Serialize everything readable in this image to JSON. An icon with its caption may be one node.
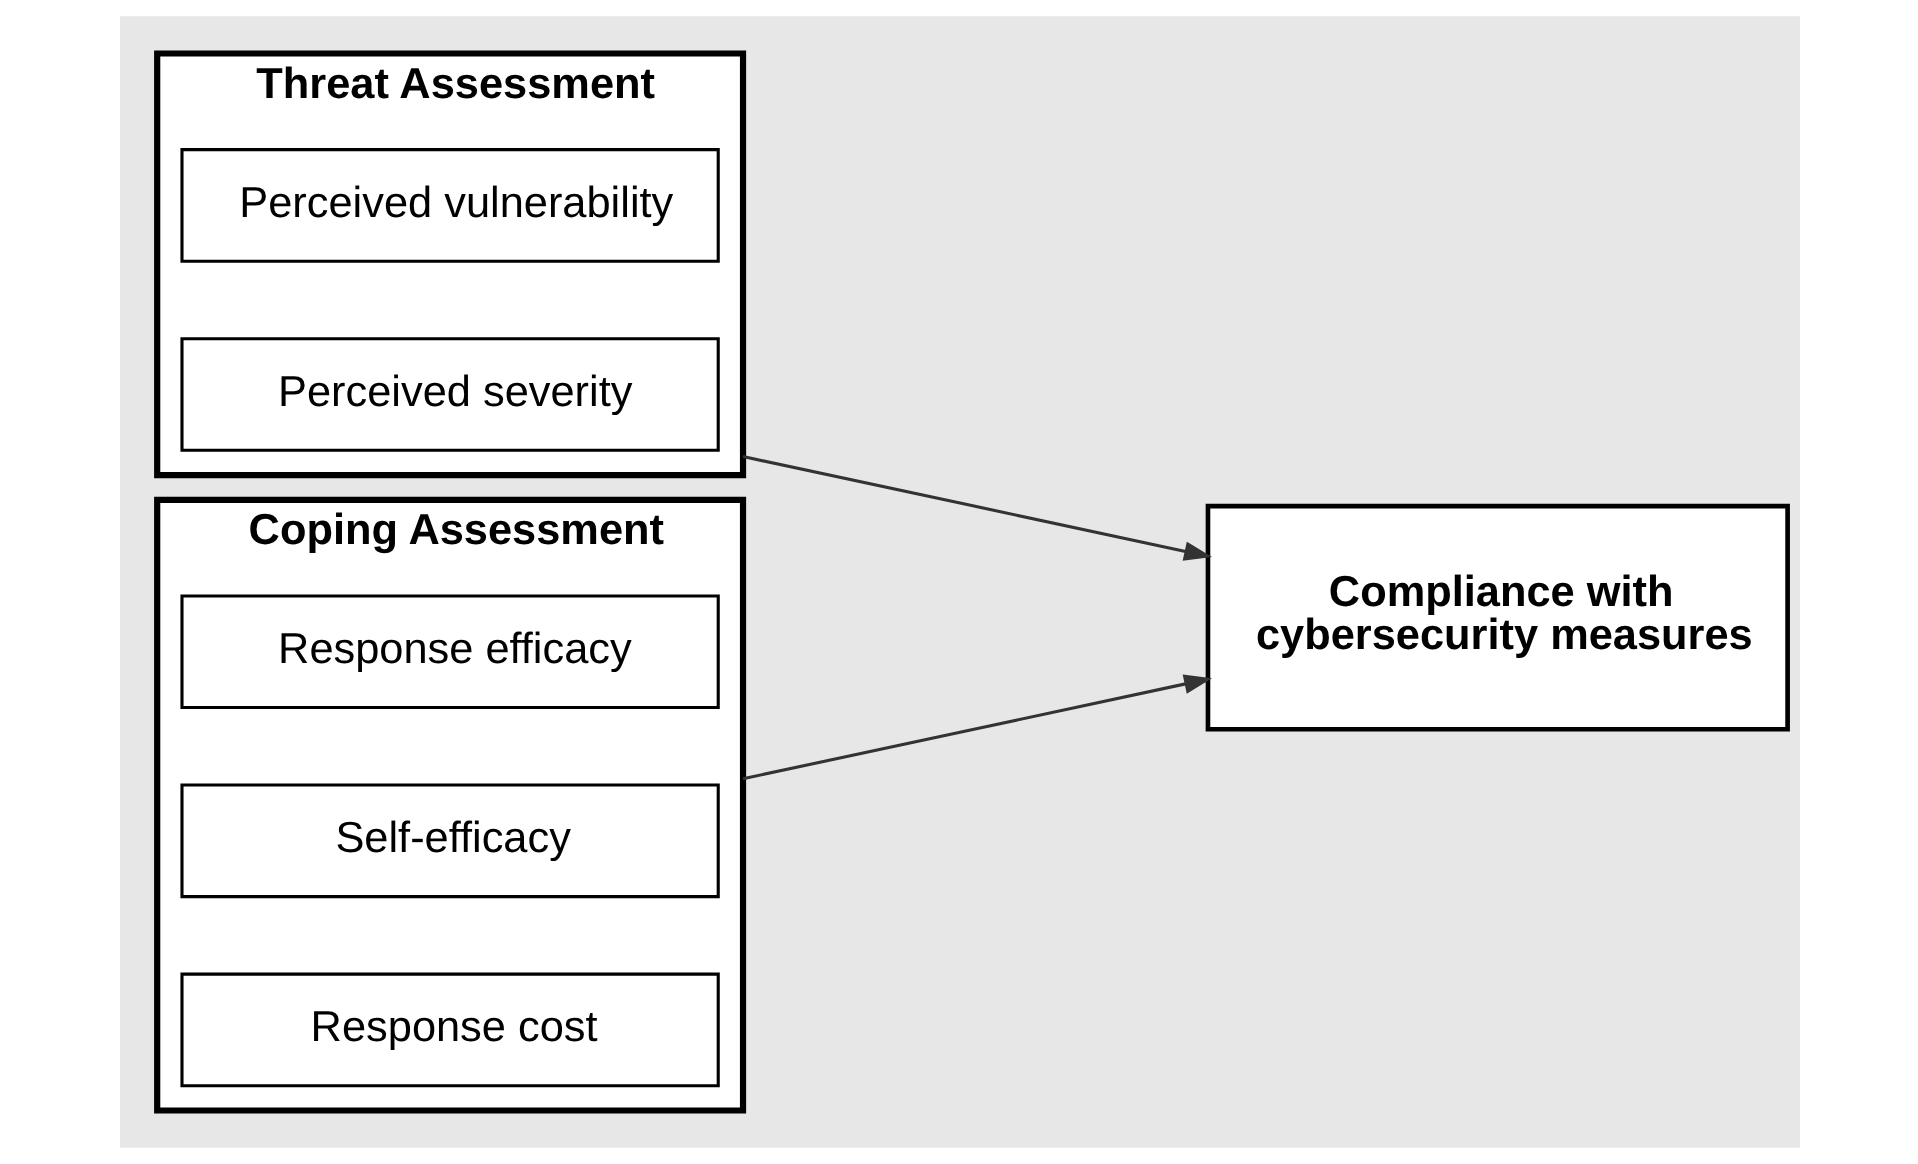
{
  "diagram": {
    "nodes": [
      {
        "text": [
          "Threat Assessment"
        ]
      },
      {
        "text": [
          "Perceived vulnerability"
        ],
        "in": 0
      },
      {
        "text": [
          "Perceived severity"
        ],
        "in": 0
      },
      {
        "text": [
          "Coping Assessment"
        ]
      },
      {
        "text": [
          "Response efficacy"
        ],
        "in": 3
      },
      {
        "text": [
          "Self-efficacy"
        ],
        "in": 3
      },
      {
        "text": [
          "Response cost"
        ],
        "in": 3
      },
      {
        "text": [
          "Compliance with cybersecurity measures"
        ]
      }
    ],
    "edges": [
      {
        "from": 0,
        "to": 7,
        "arrow": "to"
      },
      {
        "from": 3,
        "to": 7,
        "arrow": "to"
      }
    ]
  }
}
